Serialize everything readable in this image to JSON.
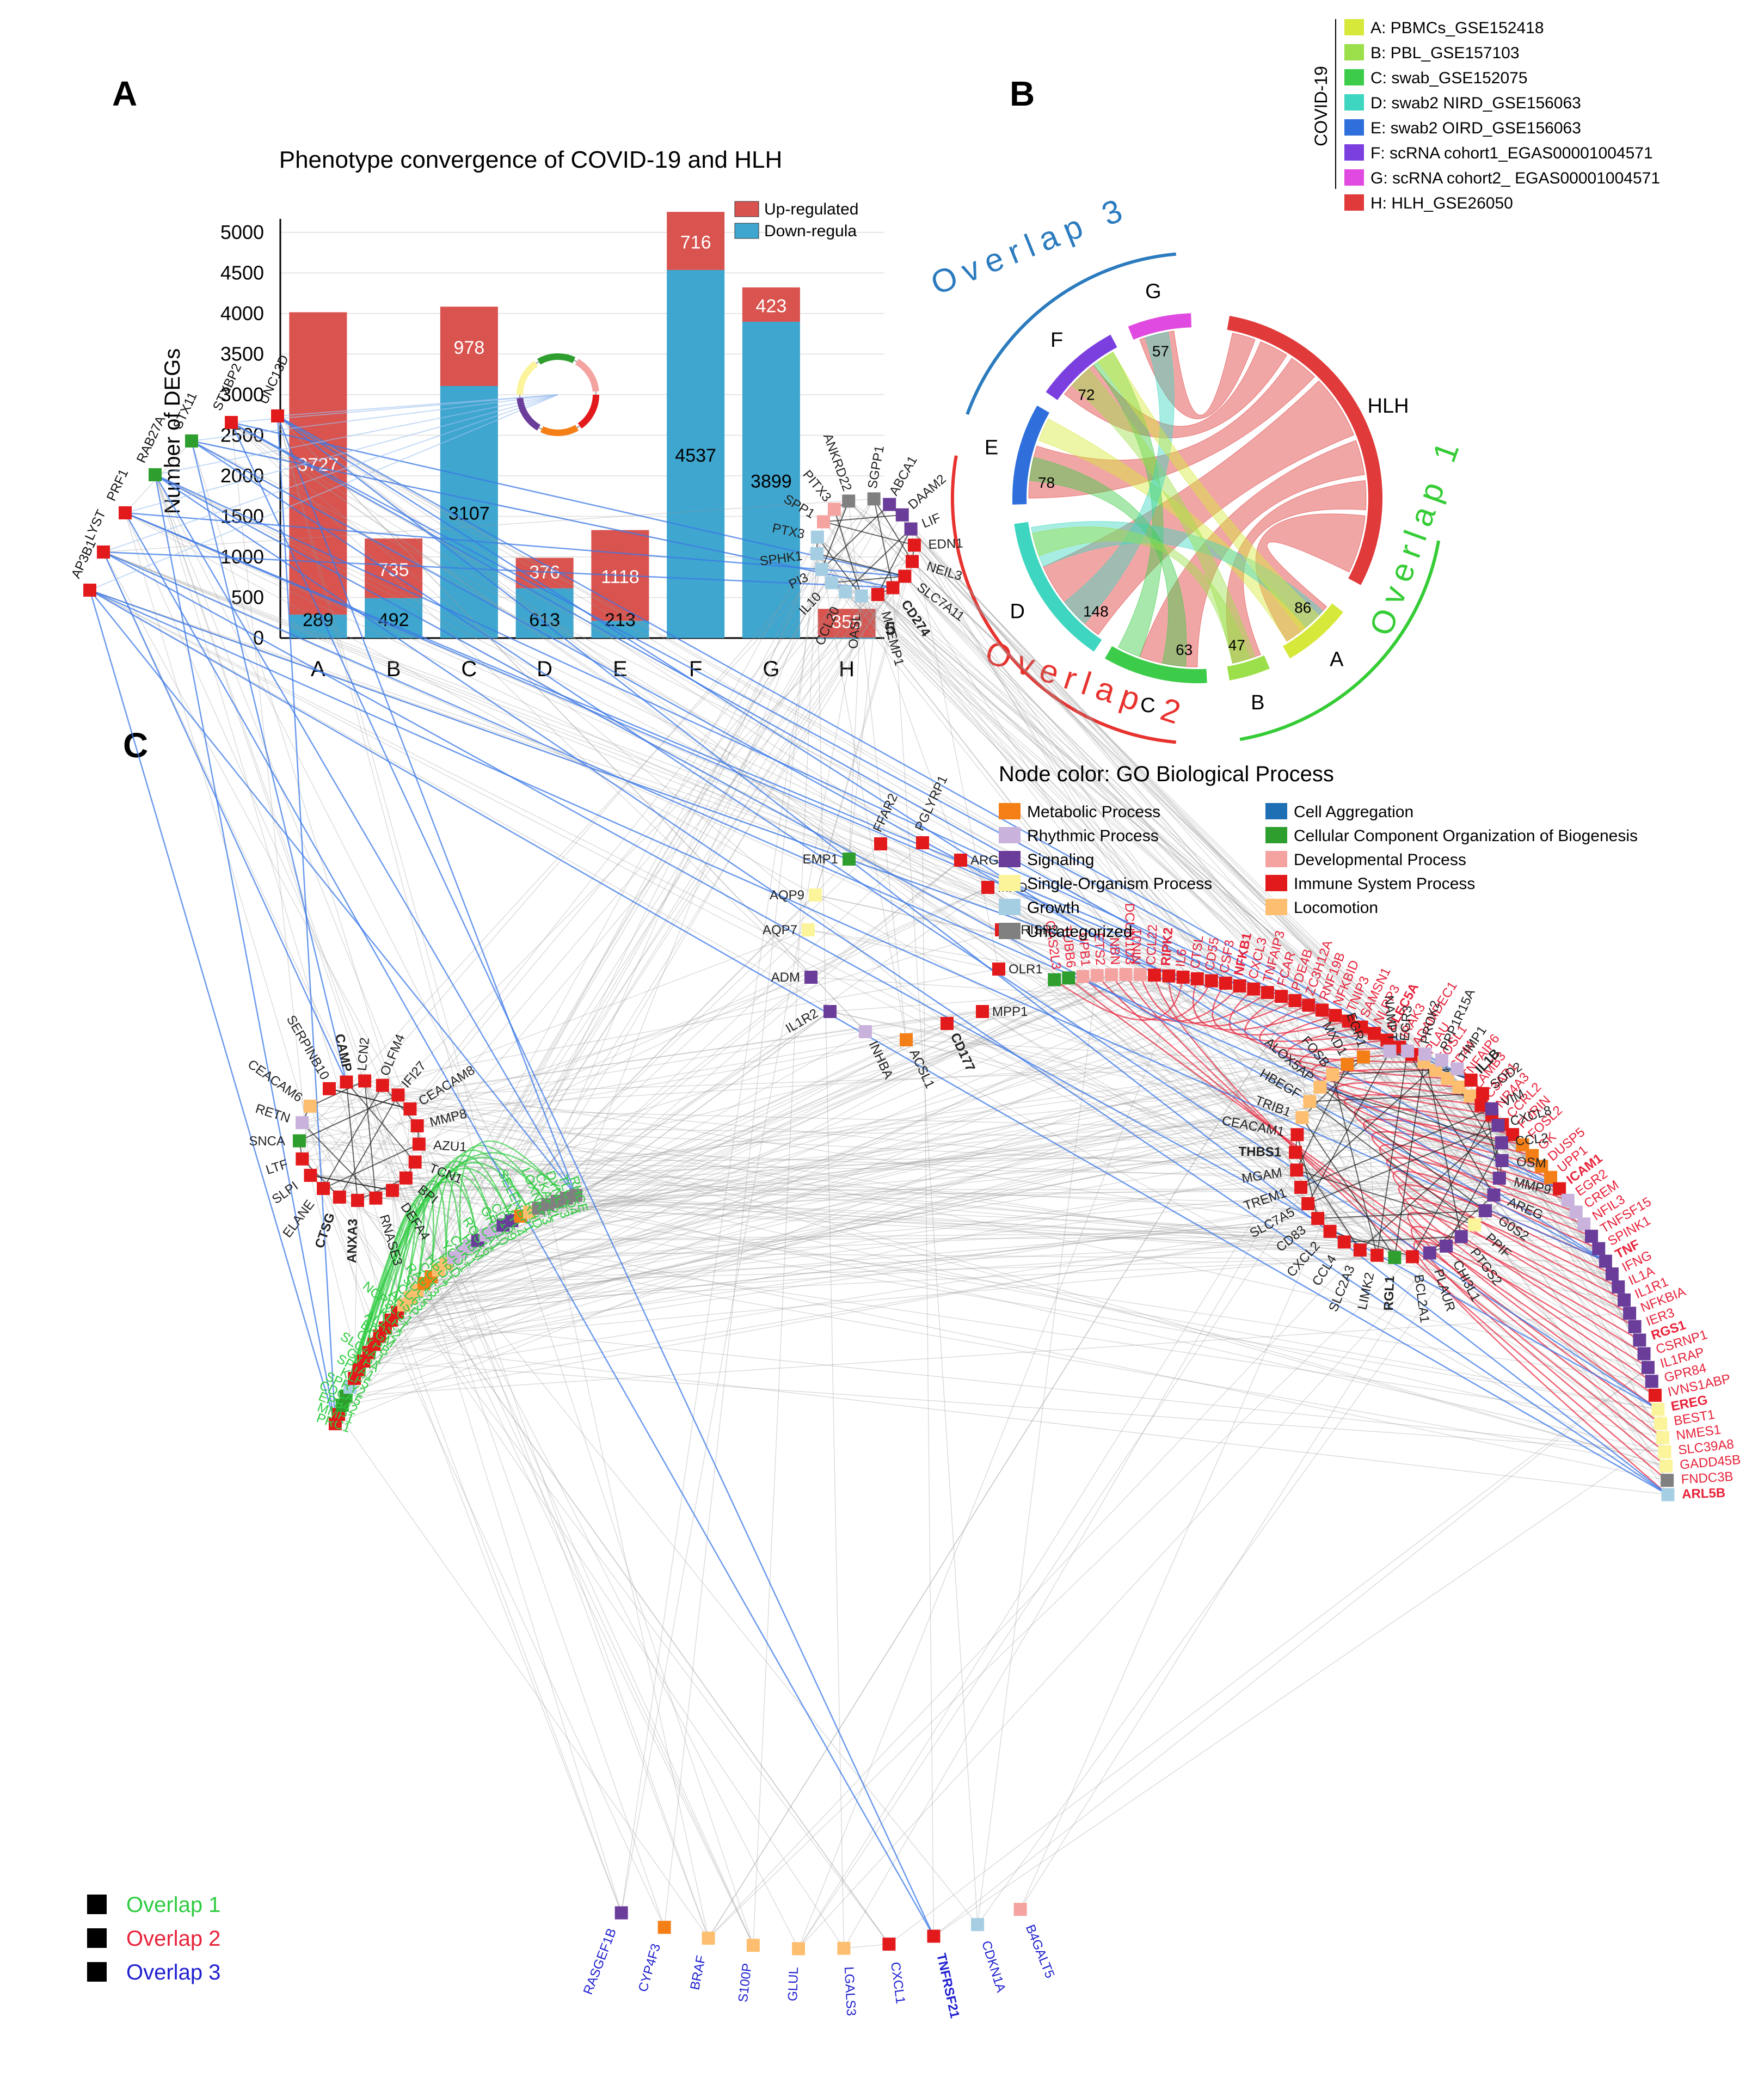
{
  "panels": {
    "a": "A",
    "b": "B",
    "c": "C"
  },
  "panel_a": {
    "chart_data": {
      "type": "bar",
      "stacked": true,
      "title": "Phenotype convergence of COVID-19 and HLH",
      "ylabel": "Number of DEGs",
      "xlabel": "",
      "ylim": [
        0,
        5000
      ],
      "yticks": [
        "0",
        "500",
        "1000",
        "1500",
        "2000",
        "2500",
        "3000",
        "3500",
        "4000",
        "4500",
        "5000"
      ],
      "categories": [
        "A",
        "B",
        "C",
        "D",
        "E",
        "F",
        "G",
        "H"
      ],
      "legend_position": "top-right",
      "series": [
        {
          "name": "Down-regula",
          "color": "#3ea6cf",
          "values": [
            289,
            492,
            3107,
            613,
            213,
            4537,
            3899,
            5
          ]
        },
        {
          "name": "Up-regulated",
          "color": "#d9534f",
          "values": [
            3727,
            735,
            978,
            376,
            1118,
            716,
            423,
            355
          ]
        }
      ]
    }
  },
  "panel_b": {
    "group_label": "COVID-19",
    "legend": [
      {
        "label": "A: PBMCs_GSE152418",
        "color": "#d6e83a"
      },
      {
        "label": "B: PBL_GSE157103",
        "color": "#9be04a"
      },
      {
        "label": "C: swab_GSE152075",
        "color": "#3dcc4a"
      },
      {
        "label": "D: swab2 NIRD_GSE156063",
        "color": "#3ed6c0"
      },
      {
        "label": "E: swab2 OIRD_GSE156063",
        "color": "#2e6fdc"
      },
      {
        "label": "F: scRNA cohort1_EGAS00001004571",
        "color": "#7b3fe0"
      },
      {
        "label": "G: scRNA cohort2_ EGAS00001004571",
        "color": "#e04ae0"
      },
      {
        "label": "H: HLH_GSE26050",
        "color": "#e03a3a"
      }
    ],
    "sectors": [
      {
        "name": "HLH",
        "value": "",
        "color": "#e03a3a"
      },
      {
        "name": "A",
        "value": "86",
        "color": "#d6e83a"
      },
      {
        "name": "B",
        "value": "47",
        "color": "#9be04a"
      },
      {
        "name": "C",
        "value": "63",
        "color": "#3dcc4a"
      },
      {
        "name": "D",
        "value": "148",
        "color": "#3ed6c0"
      },
      {
        "name": "E",
        "value": "78",
        "color": "#2e6fdc"
      },
      {
        "name": "F",
        "value": "72",
        "color": "#7b3fe0"
      },
      {
        "name": "G",
        "value": "57",
        "color": "#e04ae0"
      }
    ],
    "overlaps": [
      {
        "label": "Overlap 1",
        "color": "#35cc35"
      },
      {
        "label": "Overlap 2",
        "color": "#e8322e"
      },
      {
        "label": "Overlap 3",
        "color": "#2b7bbf"
      }
    ]
  },
  "panel_c": {
    "legend_title": "Node color: GO Biological Process",
    "legend": [
      {
        "label": "Metabolic Process",
        "color": "#f57f17"
      },
      {
        "label": "Cell Aggregation",
        "color": "#1f6fb5"
      },
      {
        "label": "Rhythmic Process",
        "color": "#c9b3dc"
      },
      {
        "label": "Cellular Component Organization of Biogenesis",
        "color": "#2e9e2e"
      },
      {
        "label": "Signaling",
        "color": "#6a3d9a"
      },
      {
        "label": "Developmental Process",
        "color": "#f4a3a0"
      },
      {
        "label": "Single-Organism Process",
        "color": "#fbf49a"
      },
      {
        "label": "Immune System Process",
        "color": "#e31a1c"
      },
      {
        "label": "Growth",
        "color": "#a6cee3"
      },
      {
        "label": "Locomotion",
        "color": "#fdbf6f"
      },
      {
        "label": "Uncategorized",
        "color": "#808080"
      }
    ],
    "overlap_legend": [
      {
        "label": "Overlap 1",
        "color": "#2ecc40"
      },
      {
        "label": "Overlap 2",
        "color": "#e8223a"
      },
      {
        "label": "Overlap 3",
        "color": "#2020d0"
      }
    ],
    "hlh_genes": [
      "UNC13D",
      "STXBP2",
      "STX11",
      "RAB27A",
      "PRF1",
      "LYST",
      "AP3B1"
    ],
    "green_arc": [
      "PRC1",
      "MMP1",
      "EPB42",
      "CDCA5",
      "SPRY2",
      "KLF5",
      "SPTA1",
      "GYPA",
      "SLC4A1",
      "GYPB",
      "BPGM",
      "ALAS2",
      "KLF1",
      "NCR3LG1",
      "AHSP",
      "CD63",
      "SDC2",
      "RAB13",
      "CCL7",
      "HBD1",
      "HBD",
      "YOD1",
      "CDK1",
      "HBM",
      "RGS16",
      "CA1",
      "GRB10",
      "CD109",
      "MYL4",
      "SELENBP1",
      "RHD",
      "LOXNRF3",
      "CKAP2L",
      "DYNLT3",
      "TLCD4",
      "RHCE"
    ],
    "top_circle": [
      "SGPP1",
      "ABCA1",
      "DAAM2",
      "LIF",
      "EDN1",
      "NEIL3",
      "SLC7A11",
      "CD274",
      "MCEMP1",
      "OASL",
      "CCL20",
      "IL10",
      "PI3",
      "SPHK1",
      "PTX3",
      "SPP1",
      "PITX3",
      "ANKRD22"
    ],
    "bold_genes": [
      "CD274",
      "RIPK2",
      "NFKB1",
      "CLEC5A",
      "ICAM1",
      "TNF",
      "RGS1",
      "EREG",
      "ARL5B",
      "CAMP",
      "ANXA3",
      "CTSG",
      "THBS1",
      "IL1B",
      "RGL1",
      "TNFRSF21",
      "CD177"
    ],
    "red_arc": [
      "GAS2L3",
      "TUBB6",
      "UPB1",
      "ETS2",
      "NBN",
      "DCUN1D3",
      "NINJ1",
      "CCL22",
      "RIPK2",
      "IL6",
      "CTSL",
      "CD55",
      "CSF3",
      "NFKB1",
      "CXCL3",
      "TNFAIP3",
      "FCAR",
      "PDE4B",
      "ZC3H12A",
      "RNF19B",
      "NFKBID",
      "TNIP3",
      "SAMSN1",
      "NLRP3",
      "CLEC5A",
      "IRAK3",
      "ADAMDEC1",
      "PLAU",
      "FOSL1",
      "CD44",
      "TNFAIP6",
      "LAMB3",
      "C3AR1",
      "NR4A3",
      "CCRL2",
      "FURIN",
      "FOSL2",
      "GK",
      "DUSP5",
      "UPP1",
      "ICAM1",
      "EGR2",
      "CREM",
      "NFIL3",
      "TNFSF15",
      "SPINK1",
      "TNF",
      "IFNG",
      "IL1A",
      "IL1R1",
      "NFKBIA",
      "IER3",
      "RGS1",
      "CSRNP1",
      "IL1RAP",
      "GPR84",
      "IVNS1ABP",
      "EREG",
      "BEST1",
      "NMES1",
      "SLC39A8",
      "GADD45B",
      "FNDC3B",
      "ARL5B"
    ],
    "center_genes": [
      "FFAR2",
      "PGLYRP1",
      "ARG1",
      "EMP1",
      "AQP9",
      "AQP7",
      "MPO",
      "CRISP3",
      "OLR1",
      "ADM",
      "IL1R2",
      "MPP1",
      "INHBA",
      "ACSL1",
      "CD177"
    ],
    "left_circle": [
      "SERPINB10",
      "CAMP",
      "LCN2",
      "OLFM4",
      "IFI27",
      "CEACAM8",
      "MMP8",
      "AZU1",
      "TCN1",
      "BPI",
      "DEFA4",
      "RNASE3",
      "ANXA3",
      "CTSG",
      "ELANE",
      "SLPI",
      "LTF",
      "SNCA",
      "RETN",
      "CEACAM6"
    ],
    "bottom_arc": [
      "RASGEF1B",
      "CYP4F3",
      "BRAF",
      "S100P",
      "GLUL",
      "LGALS3",
      "CXCL1",
      "TNFRSF21",
      "CDKN1A",
      "B4GALT5"
    ],
    "right_circle": [
      "NAMPT",
      "EGR3",
      "PROK2",
      "PPP1R15A",
      "TIMP1",
      "IL1B",
      "SOD2",
      "VIM",
      "CXCL8",
      "CCL2",
      "OSM",
      "MMP9",
      "AREG",
      "G0S2",
      "PPIF",
      "PTGS2",
      "CHI3L1",
      "PLAUR",
      "BCL2A1",
      "RGL1",
      "LIMK2",
      "SLC2A3",
      "CCL4",
      "CXCL2",
      "CD83",
      "SLC7A5",
      "TREM1",
      "MGAM",
      "THBS1",
      "CEACAM1",
      "TRIB1",
      "HBEGF",
      "ALOX5AP",
      "FOSB",
      "MXD1",
      "EGR1"
    ]
  }
}
